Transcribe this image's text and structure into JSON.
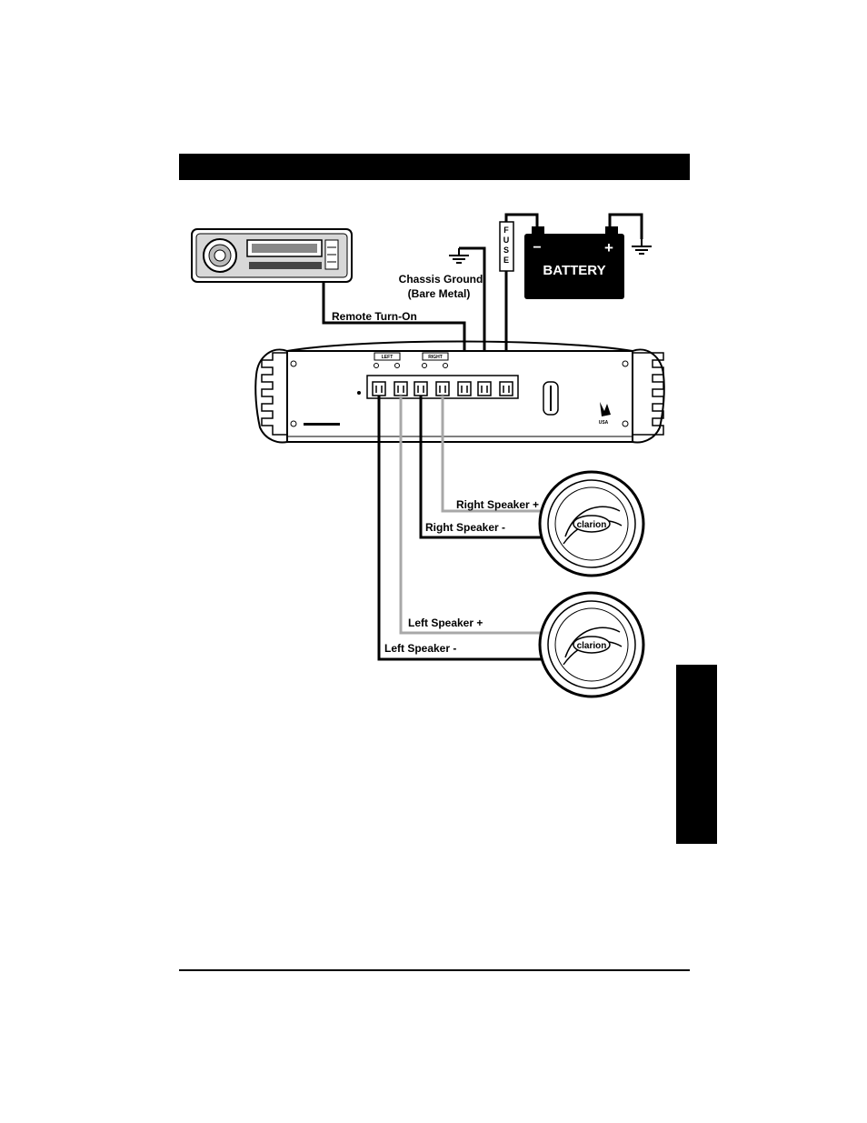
{
  "labels": {
    "chassis_ground": "Chassis Ground",
    "bare_metal": "(Bare Metal)",
    "remote_turn_on": "Remote Turn-On",
    "battery": "BATTERY",
    "battery_minus": "−",
    "battery_plus": "+",
    "fuse": "FUSE",
    "right_speaker_plus": "Right Speaker +",
    "right_speaker_minus": "Right Speaker -",
    "left_speaker_plus": "Left Speaker +",
    "left_speaker_minus": "Left Speaker -"
  },
  "amplifier": {
    "left_label": "LEFT",
    "right_label": "RIGHT",
    "usa_label": "USA"
  },
  "speakers": {
    "brand": "clarion"
  },
  "colors": {
    "wire_dark": "#000000",
    "wire_light": "#a8a8a8",
    "battery_fill": "#000000"
  }
}
